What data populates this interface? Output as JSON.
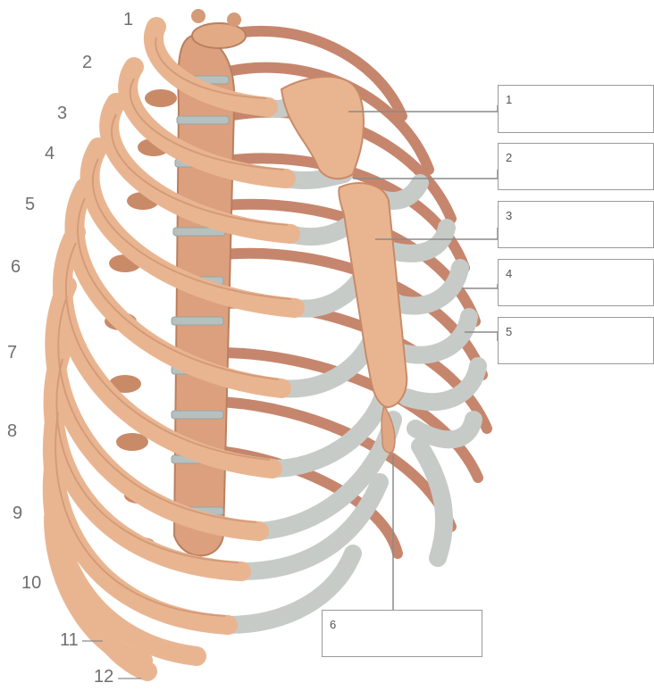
{
  "diagram": {
    "rib_numbers": [
      "1",
      "2",
      "3",
      "4",
      "5",
      "6",
      "7",
      "8",
      "9",
      "10",
      "11",
      "12"
    ],
    "label_boxes": [
      {
        "number": "1",
        "answer": ""
      },
      {
        "number": "2",
        "answer": ""
      },
      {
        "number": "3",
        "answer": ""
      },
      {
        "number": "4",
        "answer": ""
      },
      {
        "number": "5",
        "answer": ""
      },
      {
        "number": "6",
        "answer": ""
      }
    ]
  },
  "colors": {
    "bone": "#e9b591",
    "bone_dark": "#c98a68",
    "cartilage": "#c7cbc8",
    "back_rib": "#c07a5e",
    "vertebra": "#dca07e",
    "leader_line": "#8a8a8a"
  }
}
